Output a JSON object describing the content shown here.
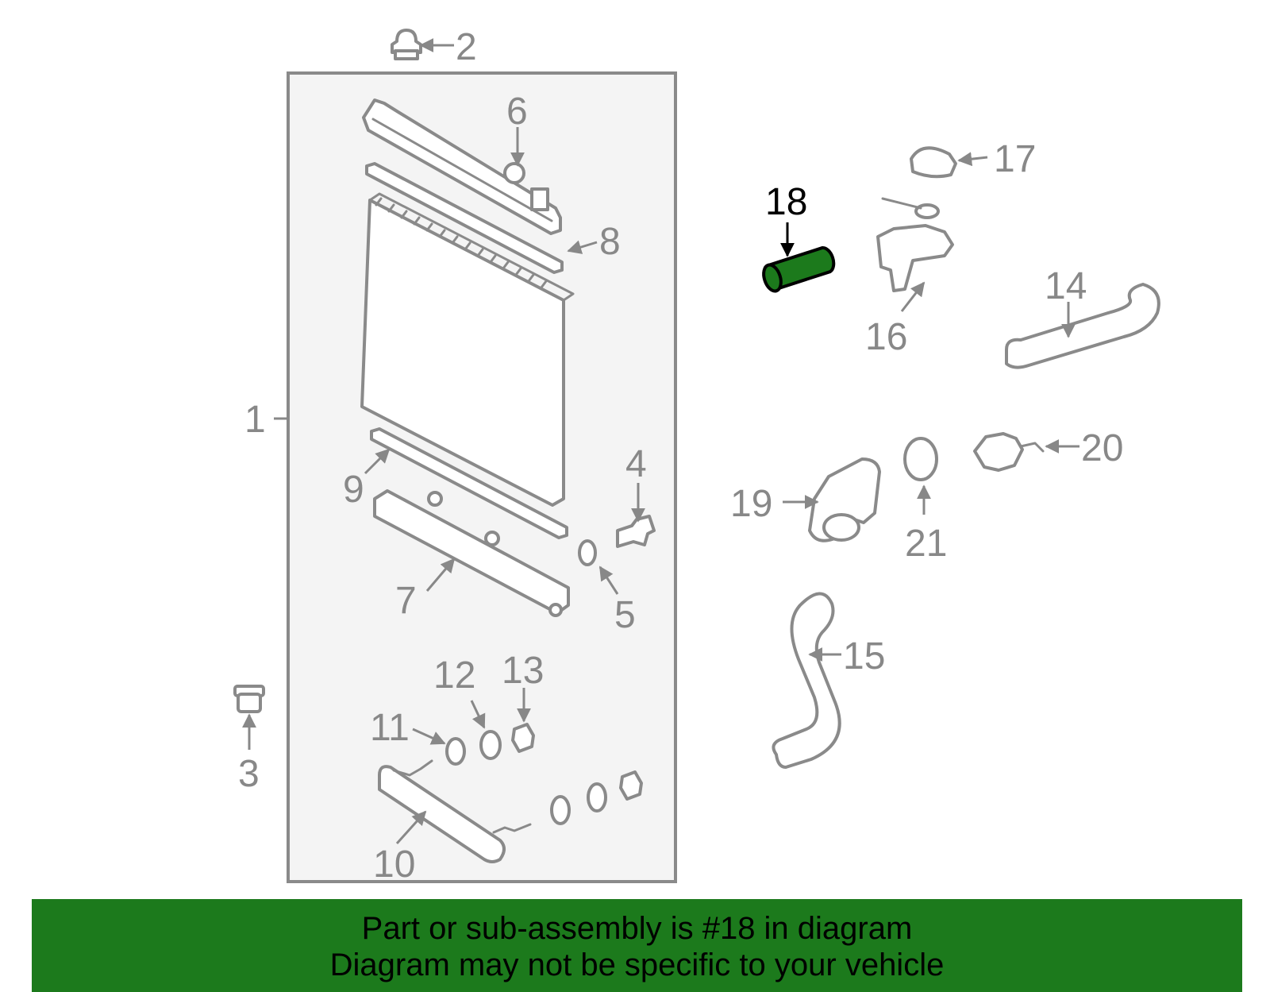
{
  "diagram": {
    "highlighted_part": "18",
    "highlight_color": "#1c7a1c",
    "callouts": [
      "1",
      "2",
      "3",
      "4",
      "5",
      "6",
      "7",
      "8",
      "9",
      "10",
      "11",
      "12",
      "13",
      "14",
      "15",
      "16",
      "17",
      "18",
      "19",
      "20",
      "21"
    ]
  },
  "banner": {
    "line1": "Part or sub-assembly is #18 in diagram",
    "line2": "Diagram may not be specific to your vehicle",
    "color": "#1c7a1c"
  }
}
